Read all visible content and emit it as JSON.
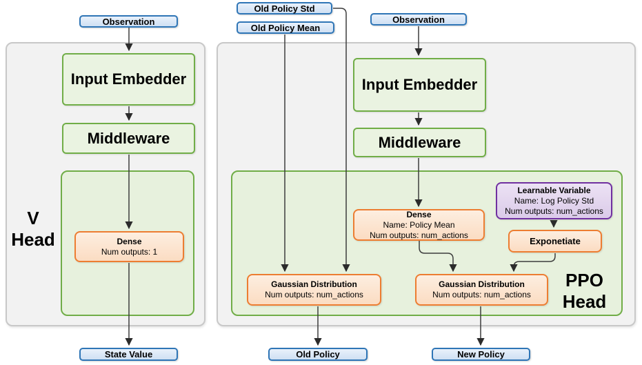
{
  "v_head": {
    "input": "Observation",
    "input_embedder": "Input Embedder",
    "middleware": "Middleware",
    "label": [
      "V",
      "Head"
    ],
    "dense": {
      "title": "Dense",
      "outputs": "Num outputs: 1"
    },
    "output": "State Value"
  },
  "ppo_head": {
    "inputs": {
      "old_policy_std": "Old Policy Std",
      "old_policy_mean": "Old Policy Mean",
      "observation": "Observation"
    },
    "input_embedder": "Input Embedder",
    "middleware": "Middleware",
    "dense": {
      "title": "Dense",
      "name": "Name: Policy Mean",
      "outputs": "Num outputs: num_actions"
    },
    "learnable_variable": {
      "title": "Learnable Variable",
      "name": "Name: Log Policy Std",
      "outputs": "Num outputs: num_actions"
    },
    "exponetiate": "Exponetiate",
    "gaussian_old": {
      "title": "Gaussian Distribution",
      "outputs": "Num outputs: num_actions"
    },
    "gaussian_new": {
      "title": "Gaussian Distribution",
      "outputs": "Num outputs: num_actions"
    },
    "label": [
      "PPO",
      "Head"
    ],
    "outputs": {
      "old_policy": "Old Policy",
      "new_policy": "New Policy"
    }
  },
  "colors": {
    "blue_border": "#2e75b6",
    "blue_fill": "#d8e6f6",
    "green_border": "#70ad47",
    "green_fill": "#e7f1dd",
    "orange_border": "#ed7d31",
    "orange_fill": "#fce5d2",
    "purple_border": "#7030a0",
    "purple_fill": "#e4d6ef",
    "panel_fill": "#f2f2f2",
    "arrow": "#3c3c3c"
  }
}
